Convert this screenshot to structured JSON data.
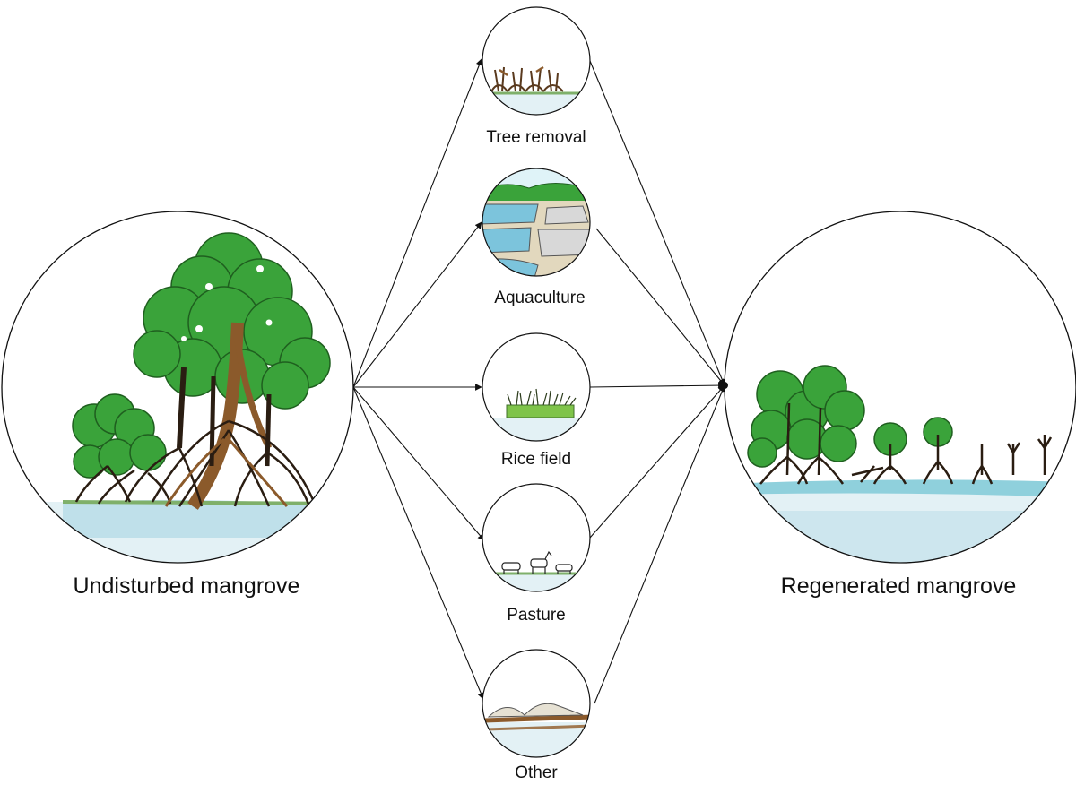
{
  "diagram": {
    "start": {
      "label": "Undisturbed mangrove"
    },
    "end": {
      "label": "Regenerated mangrove"
    },
    "pathways": [
      {
        "label": "Tree removal"
      },
      {
        "label": "Aquaculture"
      },
      {
        "label": "Rice field"
      },
      {
        "label": "Pasture"
      },
      {
        "label": "Other"
      }
    ]
  },
  "colors": {
    "foliage": "#3aa33a",
    "foliage_dark": "#1f7a24",
    "trunk": "#8b5a2b",
    "root": "#2a1d12",
    "water": "#bfe0ea",
    "water_light": "#e3f1f5",
    "pond": "#7cc4dc",
    "grass": "#7fc44a",
    "sand": "#e6e1d3",
    "line": "#111111"
  }
}
